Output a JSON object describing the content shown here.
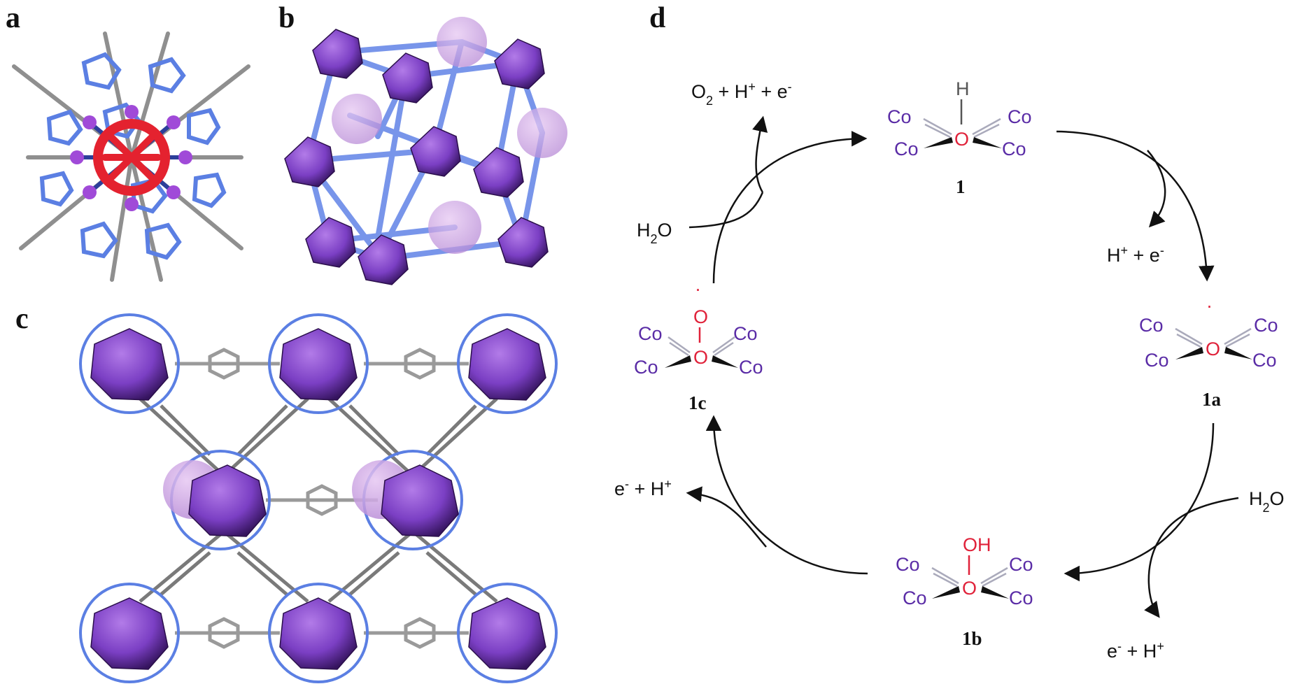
{
  "panels": {
    "a": "a",
    "b": "b",
    "c": "c",
    "d": "d"
  },
  "cycle": {
    "c1": {
      "id": "1",
      "top": "H",
      "center": "O",
      "co": [
        "Co",
        "Co",
        "Co",
        "Co"
      ]
    },
    "c1a": {
      "id": "1a",
      "center": "O",
      "radical": "·",
      "co": [
        "Co",
        "Co",
        "Co",
        "Co"
      ]
    },
    "c1b": {
      "id": "1b",
      "top": "OH",
      "center": "O",
      "co": [
        "Co",
        "Co",
        "Co",
        "Co"
      ]
    },
    "c1c": {
      "id": "1c",
      "top": "O",
      "radical": "·",
      "center": "O",
      "co": [
        "Co",
        "Co",
        "Co",
        "Co"
      ]
    },
    "side": {
      "o2_products": {
        "main": "O",
        "sub": "2",
        "rest": " + H",
        "sup": "+",
        "rest2": " + e",
        "sup2": "-"
      },
      "h2o_left": {
        "main": "H",
        "sub": "2",
        "rest": "O"
      },
      "hpe_right": {
        "main": "H",
        "sup": "+",
        "rest": " + e",
        "sup2": "-"
      },
      "h2o_right": {
        "main": "H",
        "sub": "2",
        "rest": "O"
      },
      "ehp_bottom": {
        "main": "e",
        "sup": "-",
        "rest": " + H",
        "sup2": "+"
      },
      "ehp_left": {
        "main": "e",
        "sup": "-",
        "rest": " + H",
        "sup2": "+"
      }
    }
  },
  "colors": {
    "cobalt": "#5a2ca6",
    "oxygen": "#e0223a",
    "polyhedron": "#8a4fd0",
    "polyhedron_dark": "#3a1a6e",
    "linker_blue": "#5a7fe0",
    "linker_grey": "#9a9a9a"
  }
}
